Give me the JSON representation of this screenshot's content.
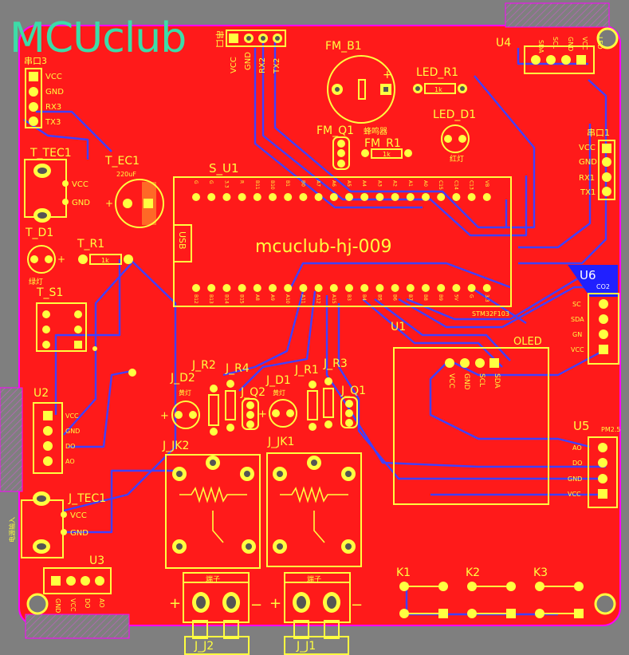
{
  "logo": "MCUclub",
  "board": {
    "title": "mcuclub-hj-009",
    "mcu_part": "STM32F103",
    "s_u1": "S_U1",
    "usb": "USB"
  },
  "colors": {
    "board": "#ff1a1a",
    "silk": "#ffff40",
    "trace": "#4040ff",
    "outline": "#ff00ff",
    "logo": "#3ddca8"
  },
  "labels": {
    "fm_b1": "FM_B1",
    "led_r1": "LED_R1",
    "led_d1": "LED_D1",
    "led_d1_note": "红灯",
    "fm_q1": "FM_Q1",
    "fm_q1_note": "蜂鸣器",
    "fm_r1": "FM_R1",
    "res_1k": "1k",
    "u4": "U4",
    "u4_note": "LED",
    "cn_port1": "串口1",
    "cn_port2": "串口3",
    "cn_serial_short": "串口",
    "t_tec1": "T_TEC1",
    "t_ec1": "T_EC1",
    "t_ec1_value": "220uF",
    "t_d1": "T_D1",
    "t_d1_note": "绿灯",
    "t_r1": "T_R1",
    "t_s1": "T_S1",
    "u1": "U1",
    "oled": "OLED",
    "u6": "U6",
    "u6_note": "CO2",
    "u2": "U2",
    "j_d2": "J_D2",
    "j_r2": "J_R2",
    "j_r4": "J_R4",
    "j_q2": "J_Q2",
    "j_d1": "J_D1",
    "j_r1": "J_R1",
    "j_r3": "J_R3",
    "j_q1": "J_Q1",
    "led_note_j": "黄灯",
    "j_jk2": "J_JK2",
    "j_jk1": "J_JK1",
    "j_tec1": "J_TEC1",
    "j_tec1_note": "电源输入",
    "u3": "U3",
    "u5": "U5",
    "u5_note": "PM2.5",
    "k1": "K1",
    "k2": "K2",
    "k3": "K3",
    "terminal": "端子",
    "j_j2": "J_J2",
    "j_j1": "J_J1",
    "plus": "+",
    "minus": "−"
  },
  "pins": {
    "serial2_top": [
      "VCC",
      "GND",
      "RX2",
      "TX2"
    ],
    "serial3": [
      "VCC",
      "GND",
      "RX3",
      "TX3"
    ],
    "serial1": [
      "VCC",
      "GND",
      "RX1",
      "TX1"
    ],
    "u4": [
      "VCC",
      "GND",
      "SCL",
      "SDA"
    ],
    "power": [
      "VCC",
      "GND"
    ],
    "oled": [
      "VCC",
      "GND",
      "SCL",
      "SDA"
    ],
    "u6": [
      "SC",
      "SDA",
      "GN",
      "VCC"
    ],
    "u2": [
      "VCC",
      "GND",
      "DO",
      "AO"
    ],
    "u5": [
      "AO",
      "DO",
      "GND",
      "VCC"
    ],
    "u3": [
      "GND",
      "VCC",
      "DO",
      "AO"
    ],
    "mcu_top": [
      "G",
      "G",
      "3.3",
      "R",
      "B11",
      "B10",
      "B1",
      "B0",
      "A7",
      "A6",
      "A5",
      "A4",
      "A3",
      "A2",
      "A1",
      "A0",
      "C15",
      "C14",
      "C13",
      "VB"
    ],
    "mcu_bottom": [
      "B12",
      "B13",
      "B14",
      "B15",
      "A8",
      "A9",
      "A10",
      "A11",
      "A12",
      "A15",
      "B3",
      "B4",
      "B5",
      "B6",
      "B7",
      "B8",
      "B9",
      "5V",
      "G",
      "3.3"
    ]
  }
}
